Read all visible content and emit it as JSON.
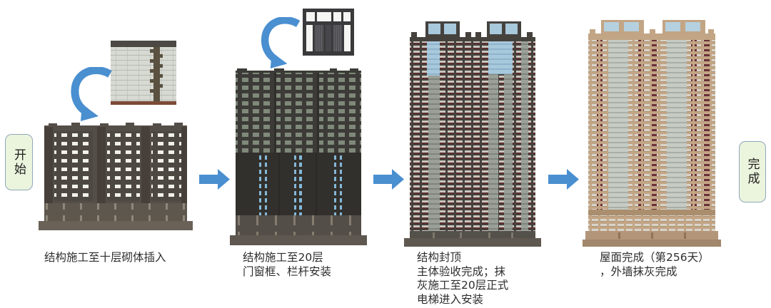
{
  "diagram": {
    "start_label": "开始",
    "end_label": "完成"
  },
  "stages": [
    {
      "caption": "结构施工至十层砌体插入",
      "detail_icon": "masonry-wall-detail"
    },
    {
      "caption": "结构施工至20层\n门窗框、栏杆安装",
      "detail_icon": "window-frame-detail"
    },
    {
      "caption": "结构封顶\n主体验收完成；抹\n灰施工至20层正式\n电梯进入安装"
    },
    {
      "caption": "屋面完成（第256天）\n，外墙抹灰完成"
    }
  ],
  "icons": {
    "flow_arrow": "right-block-arrow",
    "callout_arrow": "curved-swoosh-arrow"
  },
  "colors": {
    "flow_arrow_blue": "#4a8fd0",
    "terminal_fill": "#ebf4dd",
    "terminal_border": "#8fa8bc",
    "facade_dark": "#544e48",
    "facade_tan": "#c2a585",
    "accent_maroon": "#5c2f2f",
    "glass_blue": "#a8c8dc",
    "window_white": "#f2f1ec"
  }
}
